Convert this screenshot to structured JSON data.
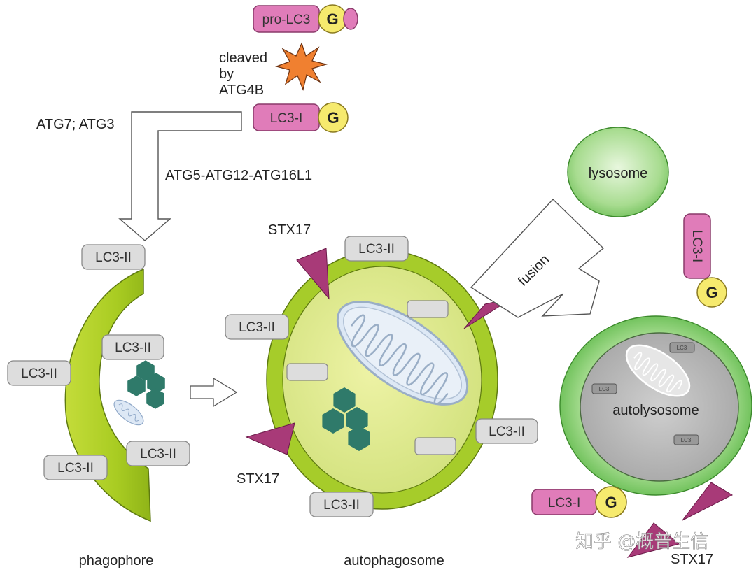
{
  "labels": {
    "pro_lc3": "pro-LC3",
    "g": "G",
    "cleaved_line1": "cleaved",
    "cleaved_line2": "by",
    "cleaved_line3": "ATG4B",
    "lc3_i": "LC3-I",
    "lc3_ii": "LC3-II",
    "lc3": "LC3",
    "atg7_atg3": "ATG7; ATG3",
    "atg5_complex": "ATG5-ATG12-ATG16L1",
    "stx17": "STX17",
    "fusion": "fusion",
    "lysosome": "lysosome",
    "autolysosome": "autolysosome",
    "phagophore": "phagophore",
    "autophagosome": "autophagosome",
    "watermark": "知乎 @概普生信"
  },
  "colors": {
    "pink": "#e07cb9",
    "pink_stroke": "#8a3a6a",
    "yellow": "#f6ea6e",
    "green_dark": "#a6cc2a",
    "green_light": "#dce88a",
    "lysosome_green": "#8ed07a",
    "stx_purple": "#a83a78",
    "gray_pill": "#dddddd",
    "teal": "#2f7a6a",
    "star_orange": "#f08030"
  }
}
